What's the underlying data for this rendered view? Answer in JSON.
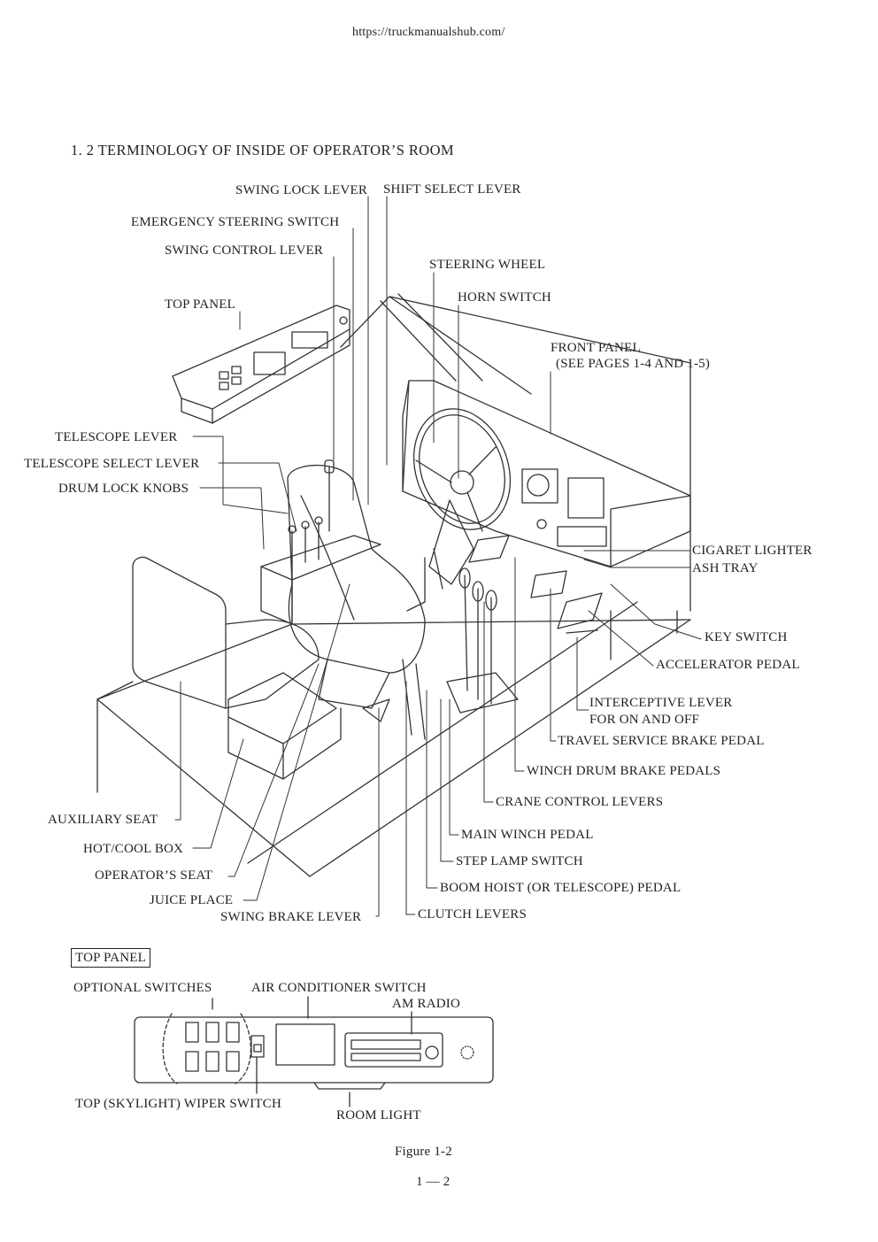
{
  "url": "https://truckmanualshub.com/",
  "section_heading": "1. 2   TERMINOLOGY OF INSIDE OF OPERATOR’S ROOM",
  "labels": {
    "swing_lock_lever": "SWING LOCK LEVER",
    "shift_select_lever": "SHIFT SELECT LEVER",
    "emergency_steering_switch": "EMERGENCY STEERING SWITCH",
    "swing_control_lever": "SWING CONTROL LEVER",
    "steering_wheel": "STEERING WHEEL",
    "top_panel": "TOP PANEL",
    "horn_switch": "HORN SWITCH",
    "front_panel": "FRONT PANEL",
    "front_panel_ref": "(SEE PAGES 1-4 AND 1-5)",
    "telescope_lever": "TELESCOPE LEVER",
    "telescope_select_lever": "TELESCOPE SELECT LEVER",
    "drum_lock_knobs": "DRUM LOCK KNOBS",
    "cigaret_lighter": "CIGARET LIGHTER",
    "ash_tray": "ASH TRAY",
    "key_switch": "KEY SWITCH",
    "accelerator_pedal": "ACCELERATOR PEDAL",
    "interceptive_lever": "INTERCEPTIVE LEVER",
    "interceptive_lever_2": "FOR ON AND OFF",
    "travel_service_brake_pedal": "TRAVEL SERVICE BRAKE PEDAL",
    "winch_drum_brake_pedals": "WINCH DRUM BRAKE PEDALS",
    "crane_control_levers": "CRANE CONTROL LEVERS",
    "main_winch_pedal": "MAIN WINCH PEDAL",
    "step_lamp_switch": "STEP LAMP SWITCH",
    "boom_hoist_pedal": "BOOM HOIST (OR TELESCOPE) PEDAL",
    "clutch_levers": "CLUTCH LEVERS",
    "auxiliary_seat": "AUXILIARY SEAT",
    "hot_cool_box": "HOT/COOL BOX",
    "operators_seat": "OPERATOR’S SEAT",
    "juice_place": "JUICE PLACE",
    "swing_brake_lever": "SWING BRAKE LEVER"
  },
  "top_panel_detail": {
    "heading": "TOP PANEL",
    "optional_switches": "OPTIONAL SWITCHES",
    "air_conditioner_switch": "AIR CONDITIONER SWITCH",
    "am_radio": "AM RADIO",
    "wiper_switch": "TOP (SKYLIGHT) WIPER SWITCH",
    "room_light": "ROOM LIGHT"
  },
  "caption": "Figure   1-2",
  "page_number": "1  —  2"
}
